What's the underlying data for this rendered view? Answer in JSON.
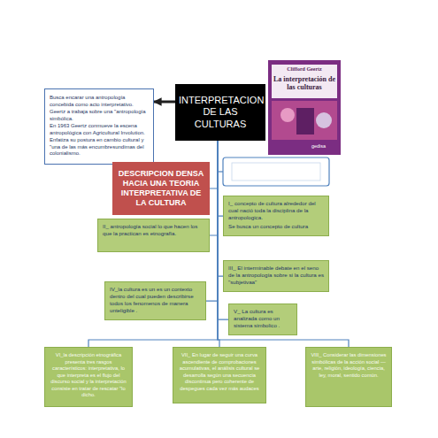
{
  "diagram": {
    "nodes": [
      {
        "text": [
          "INTERPRETACION DE LAS CULTURAS"
        ]
      },
      {
        "text": [
          "Busca encarar una antropología concebida como acto interpretativo.",
          "Geertz a trabaja sobre una \"antropología simbólica.",
          "En 1963 Geertz conmueve la escena antropológica con Agricultural Involution.",
          "Enfatiza su postura en cambio cultural y \"una de las más encumbresundimas del colonialismo."
        ]
      },
      {
        "text": [
          "DESCRIPCION DENSA HACIA UNA TEORIA INTERPRETATIVA DE LA CULTURA"
        ]
      },
      {
        "text": [
          "I_ concepto de cultura alrededor del cual nació toda la disciplina de la antropologica.",
          "Se busca un concepto de cultura"
        ]
      },
      {
        "text": [
          "II_ antropología social lo que hacen los que la practican es etnografía."
        ]
      },
      {
        "text": [
          "III_ El interminable debate en el seno de la antropología sobre si la cultura es \"subjetivaa\""
        ]
      },
      {
        "text": [
          "IV_la cultura es un es un contexto dentro del cual pueden describirse todos los fenomenos de manera unteligible ."
        ]
      },
      {
        "text": [
          "V_ La cultura es analizada como un sistema simbolico ."
        ]
      },
      {
        "text": [
          "VI_la descripción etnográfica presenta tres rasgos característicos: interpretativa, lo que interpreta es el flujo del discurso social y la interpretación consiste en tratar de rescatar \"lo dicho."
        ]
      },
      {
        "text": [
          "VII_ En lugar de seguir una curva ascendiente de comprobaciones acumulativas, el análisis cultural se desarrolla según una secuencia discontinua pero coherente de despegues cada vez más audaces"
        ]
      },
      {
        "text": [
          "VIII_ Considerar las dimensiones simbólicas de la acción social —arte, religión, ideología, ciencia, ley, moral, sentido común."
        ]
      }
    ],
    "edges": [
      {
        "from": 0,
        "to": 1,
        "arrow": "to"
      },
      {
        "from": 0,
        "to": 2,
        "arrow": "none"
      },
      {
        "from": 0,
        "to": 3,
        "arrow": "none"
      },
      {
        "from": 0,
        "to": 4,
        "arrow": "none"
      },
      {
        "from": 0,
        "to": 5,
        "arrow": "none"
      },
      {
        "from": 0,
        "to": 6,
        "arrow": "none"
      },
      {
        "from": 0,
        "to": 7,
        "arrow": "none"
      },
      {
        "from": 0,
        "to": 8,
        "arrow": "none"
      },
      {
        "from": 0,
        "to": 9,
        "arrow": "none"
      },
      {
        "from": 0,
        "to": 10,
        "arrow": "none"
      }
    ],
    "labels": [
      "Clifford Geertz",
      "La interpretación de las culturas",
      "gedisa"
    ]
  }
}
